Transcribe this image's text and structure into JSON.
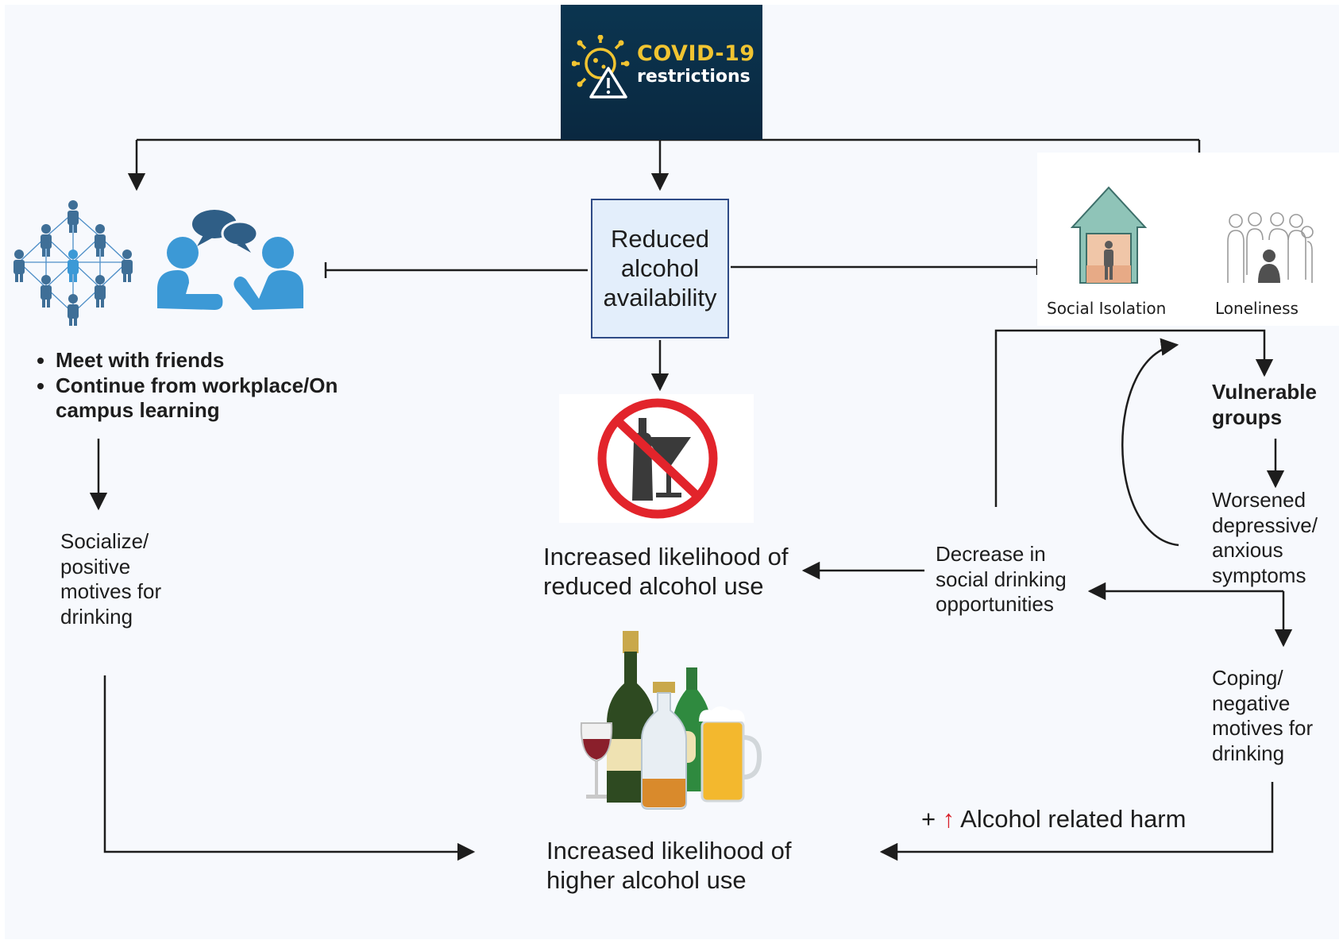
{
  "header": {
    "title_line1": "COVID-19",
    "title_line2": "restrictions",
    "icon": "virus-warning-icon",
    "colors": {
      "background": "#0a2d46",
      "title": "#f1c431",
      "subtitle": "#ffffff"
    }
  },
  "center": {
    "reduced_availability": "Reduced alcohol availability",
    "reduced_use": "Increased likelihood of reduced alcohol use",
    "higher_use": "Increased likelihood of higher alcohol use",
    "no_alcohol_icon": "no-alcohol-icon",
    "bottles_icon": "alcohol-bottles-icon"
  },
  "left": {
    "bullets": [
      "Meet with friends",
      "Continue from workplace/On campus learning"
    ],
    "motives": "Socialize/ positive motives for drinking",
    "icons": [
      "social-network-icon",
      "conversation-icon"
    ]
  },
  "right": {
    "isolation_label": "Social Isolation",
    "loneliness_label": "Loneliness",
    "vulnerable": "Vulnerable groups",
    "symptoms": "Worsened depressive/ anxious symptoms",
    "decrease": "Decrease in social drinking opportunities",
    "coping": "Coping/ negative motives for drinking",
    "harm": "Alcohol related harm",
    "harm_symbols": {
      "plus": "+",
      "arrow": "↑"
    },
    "icons": [
      "house-isolation-icon",
      "loneliness-crowd-icon"
    ]
  }
}
